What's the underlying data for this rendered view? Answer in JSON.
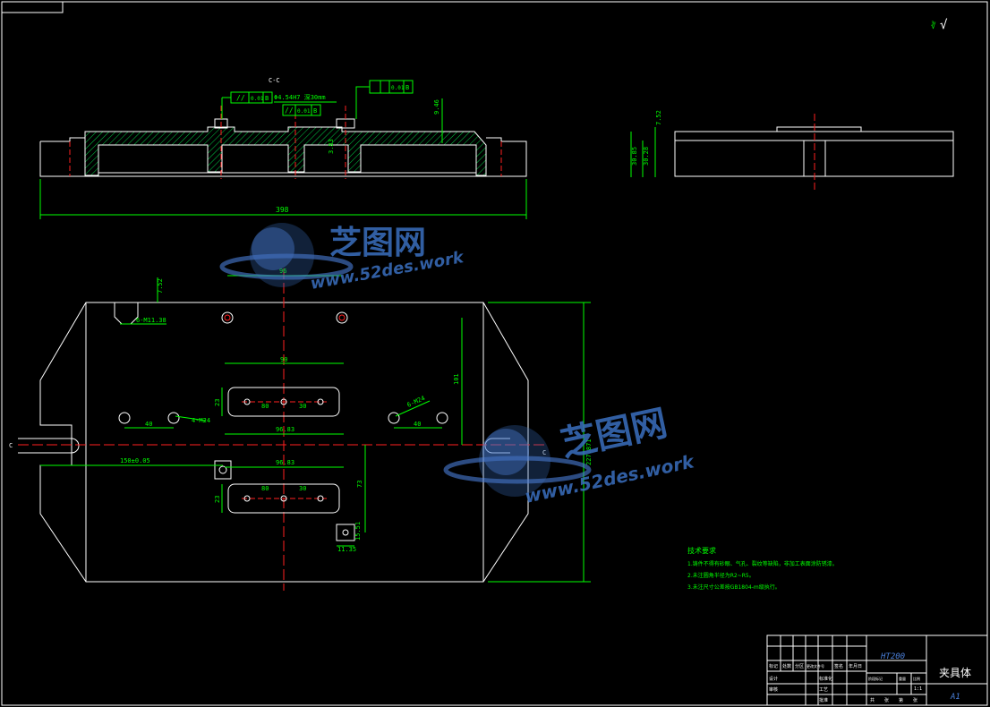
{
  "section_label": "C-C",
  "roughness_mark": "√",
  "section_view": {
    "parallel_tol_1": "0.01",
    "parallel_datum_1": "B",
    "hole_spec": "Φ4.54H7 深30mm",
    "parallel_tol_2": "0.01",
    "parallel_datum_2": "B",
    "flat_tol": "0.01",
    "flat_datum": "B",
    "dim_height": "9.46",
    "dim_small": "3.83",
    "overall_width": "398"
  },
  "side_view": {
    "dim_top": "7.52",
    "dim_left_1": "30.85",
    "dim_left_2": "30.28"
  },
  "plan_view": {
    "dim_corner_top": "7.52",
    "thread_note_1": "6-M11.38",
    "dim_96_top": "96",
    "dim_90": "90",
    "dim_101": "101",
    "dim_23_a": "23",
    "dim_80_a": "80",
    "dim_30_a": "30",
    "dim_40_left": "40",
    "thread_note_left": "4-M24",
    "thread_note_right": "6-M24",
    "dim_40_right": "40",
    "dim_9683_a": "96.83",
    "dim_150": "150±0.05",
    "dim_9683_b": "96.83",
    "dim_23_b": "23",
    "dim_80_b": "80",
    "dim_30_b": "30",
    "dim_73": "73",
    "dim_slot_h": "15.51",
    "dim_slot_w": "11.35",
    "dim_overall_h": "227.871",
    "section_mark_left": "C",
    "section_mark_right": "C"
  },
  "tech_notes": {
    "heading": "技术要求",
    "items": [
      "1.铸件不得有砂眼、气孔、裂纹等缺陷，非加工表面涂防锈漆。",
      "2.未注圆角半径为R2~R5。",
      "3.未注尺寸公差按GB1804-m级执行。"
    ]
  },
  "watermark": {
    "brand": "芝图网",
    "url": "www.52des.work"
  },
  "title_block": {
    "material": "HT200",
    "part_name": "夹具体",
    "sheet_size": "A1",
    "row_labels": [
      "标记",
      "处数",
      "分区",
      "更改文件号",
      "签名",
      "年月日"
    ],
    "role_labels": [
      "设计",
      "标准化",
      "审核",
      "工艺",
      "批准"
    ],
    "stage_labels": [
      "阶段标记",
      "重量",
      "比例"
    ],
    "scale": "1:1",
    "sheet_labels": [
      "共",
      "张",
      "第",
      "张"
    ]
  },
  "colors": {
    "outline": "#ffffff",
    "dimension": "#00ff00",
    "center_line": "#ff2020",
    "hatch": "#00cc44",
    "text_blue": "#4a7fd8",
    "watermark": "#3a6fbf"
  }
}
